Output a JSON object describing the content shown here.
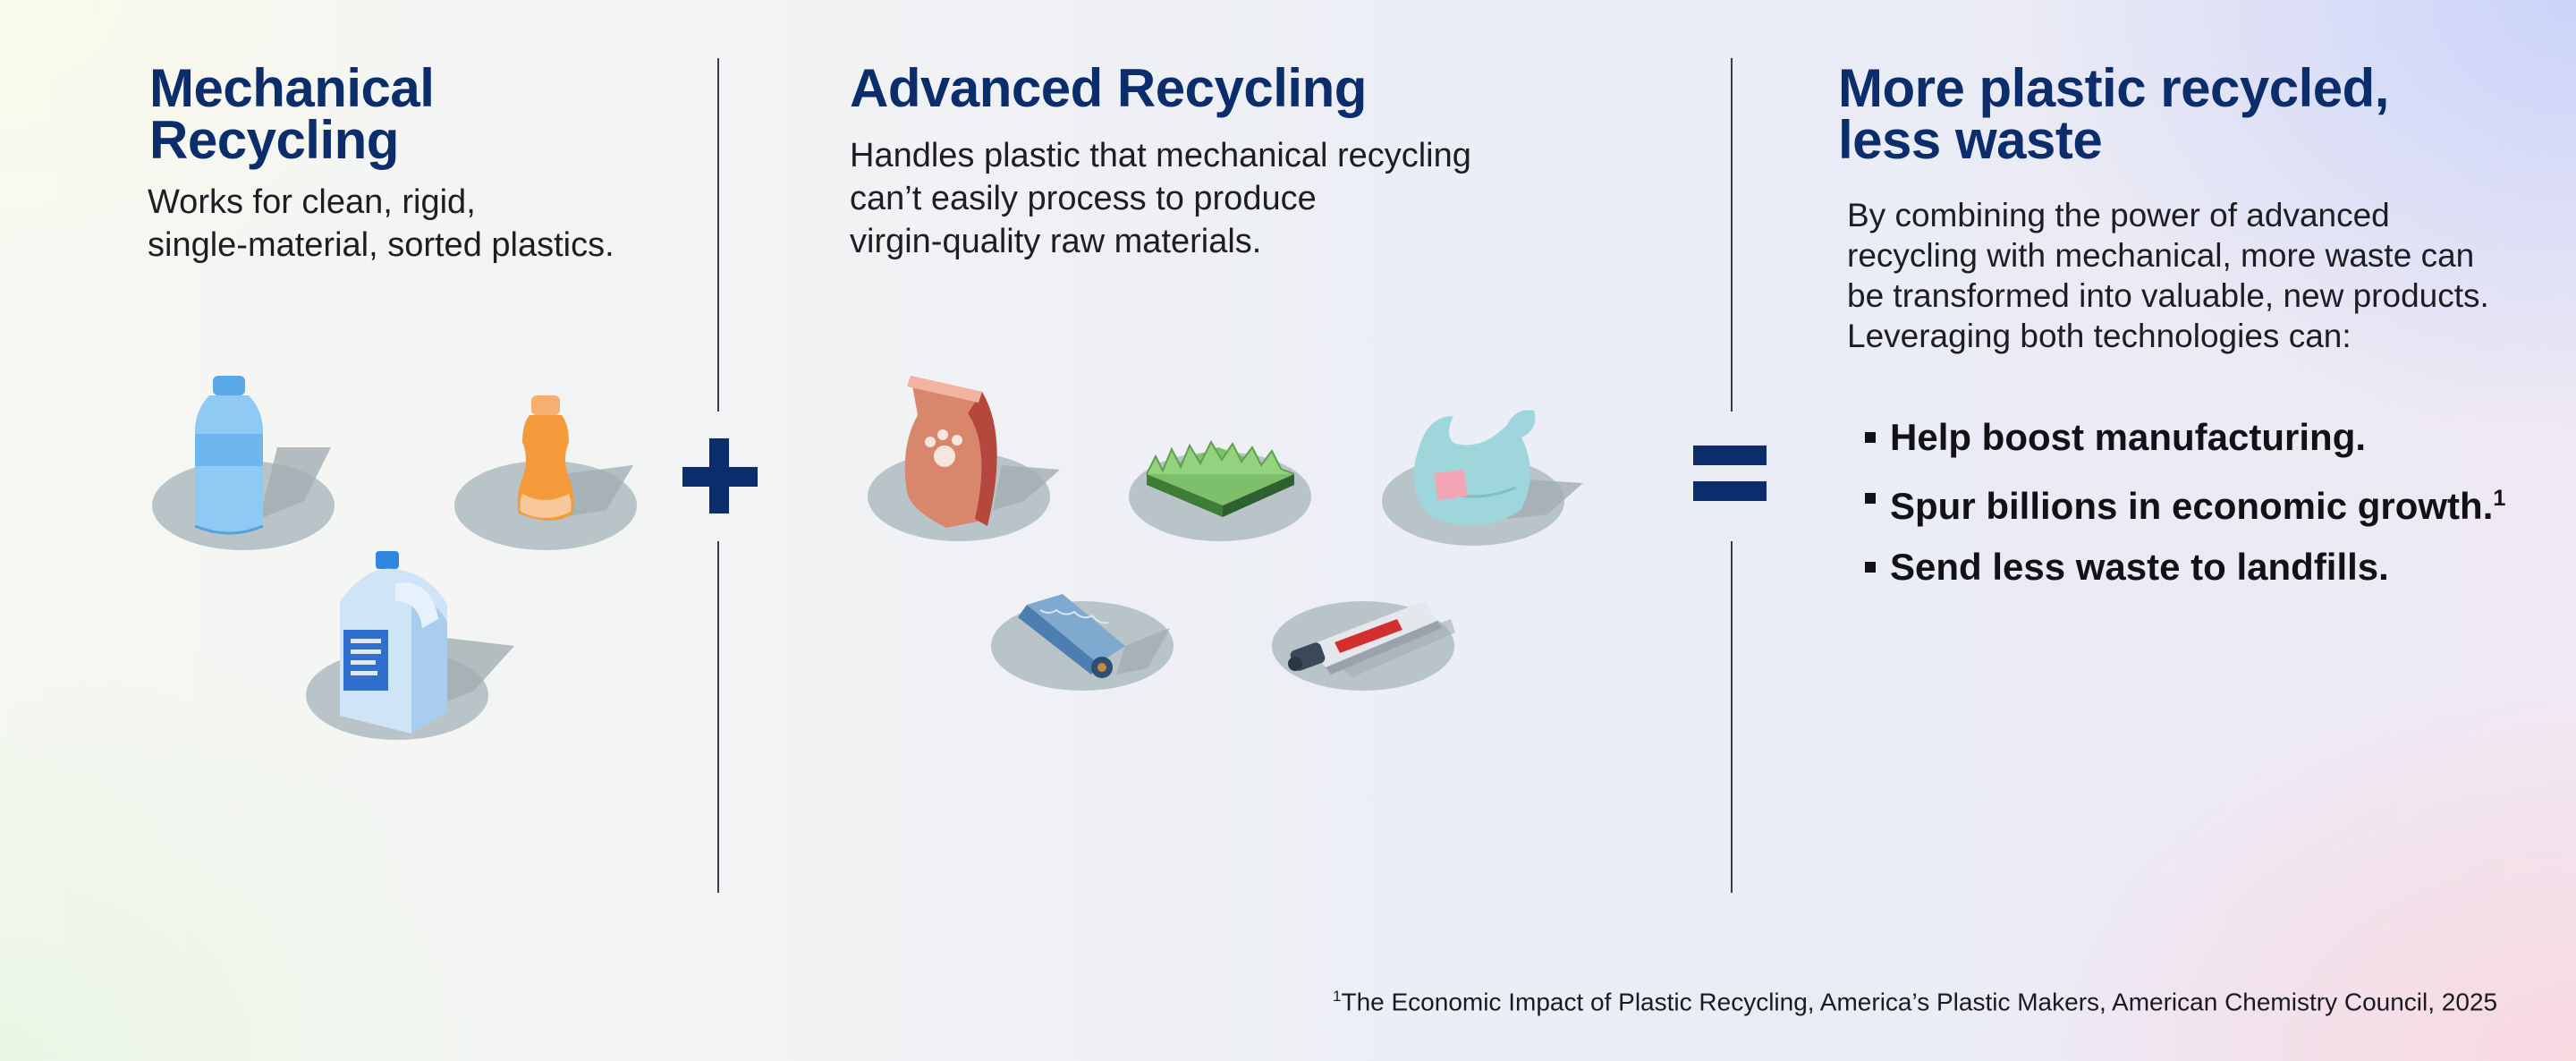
{
  "mechanical": {
    "title_line1": "Mechanical",
    "title_line2": "Recycling",
    "desc_line1": "Works for clean, rigid,",
    "desc_line2": "single-material, sorted plastics.",
    "items": [
      "water-bottle-icon",
      "small-bottle-icon",
      "milk-jug-icon"
    ]
  },
  "advanced": {
    "title": "Advanced Recycling",
    "desc_line1": "Handles plastic that mechanical recycling",
    "desc_line2": "can’t easily process to produce",
    "desc_line3": "virgin-quality raw materials.",
    "items": [
      "pet-food-bag-icon",
      "artificial-turf-icon",
      "plastic-bag-icon",
      "film-roll-icon",
      "tube-icon"
    ]
  },
  "operators": {
    "plus": "+",
    "equals": "="
  },
  "result": {
    "title_line1": "More plastic recycled,",
    "title_line2": "less waste",
    "desc_line1": "By combining the power of advanced",
    "desc_line2": "recycling with mechanical, more waste can",
    "desc_line3": "be transformed into valuable, new products.",
    "desc_line4": "Leveraging both technologies can:",
    "bullets": [
      "Help boost manufacturing.",
      "Spur billions in economic growth.",
      "Send less waste to landfills."
    ],
    "bullet_footnote_marker": "1"
  },
  "footnote": {
    "marker": "1",
    "text": "The Economic Impact of Plastic Recycling, America’s Plastic Makers, American Chemistry Council, 2025"
  },
  "colors": {
    "heading": "#0b2d6b",
    "operator": "#0b2d6b",
    "disc": "#b9c4c8",
    "body_text": "#1d1d22"
  }
}
